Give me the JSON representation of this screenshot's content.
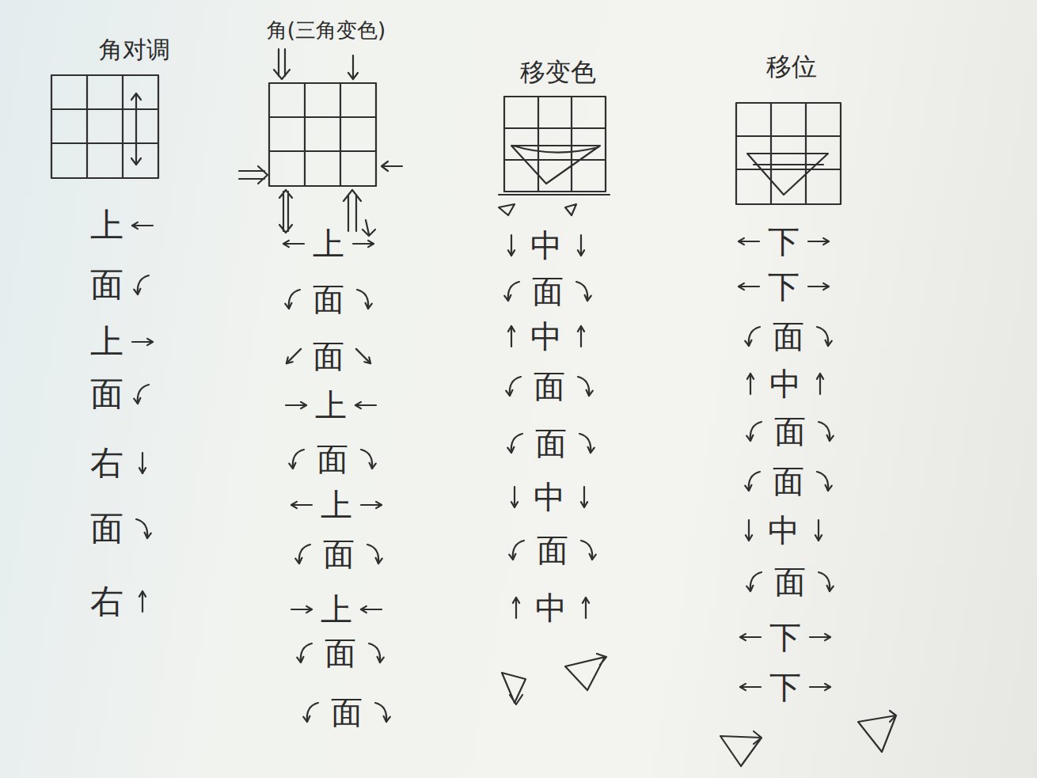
{
  "diagram": {
    "labels": [
      "角对调",
      "上",
      "面",
      "上",
      "面",
      "右",
      "面",
      "右",
      "角(三角变色)",
      "上",
      "面",
      "面",
      "上",
      "面",
      "上",
      "面",
      "上",
      "面",
      "面",
      "移变色",
      "中",
      "面",
      "中",
      "面",
      "面",
      "中",
      "面",
      "中",
      "移位",
      "下",
      "下",
      "面",
      "中",
      "面",
      "面",
      "中",
      "面",
      "下",
      "下"
    ]
  }
}
